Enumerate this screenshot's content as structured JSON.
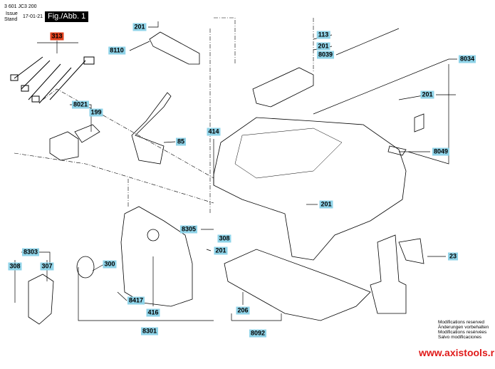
{
  "header": {
    "part_number": "3 601 JC3 200",
    "issue_label_en": "Issue",
    "issue_label_de": "Stand",
    "issue_date": "17-01-21",
    "figure_label": "Fig./Abb. 1"
  },
  "labels": [
    {
      "id": "313",
      "highlight": true
    },
    {
      "id": "201"
    },
    {
      "id": "8110"
    },
    {
      "id": "113"
    },
    {
      "id": "201"
    },
    {
      "id": "8039"
    },
    {
      "id": "8034"
    },
    {
      "id": "201"
    },
    {
      "id": "8021"
    },
    {
      "id": "199"
    },
    {
      "id": "85"
    },
    {
      "id": "414"
    },
    {
      "id": "8049"
    },
    {
      "id": "201"
    },
    {
      "id": "8305"
    },
    {
      "id": "308"
    },
    {
      "id": "201"
    },
    {
      "id": "8303"
    },
    {
      "id": "308"
    },
    {
      "id": "307"
    },
    {
      "id": "300"
    },
    {
      "id": "23"
    },
    {
      "id": "8417"
    },
    {
      "id": "416"
    },
    {
      "id": "206"
    },
    {
      "id": "8301"
    },
    {
      "id": "8092"
    }
  ],
  "notes": [
    "Modifications reserved",
    "Änderungen vorbehalten",
    "Modifications resérvées",
    "Salvo modificaciones"
  ],
  "watermark": "www.axistools.ru",
  "colors": {
    "label_bg": "#8fd3e8",
    "highlight_bg": "#e0401c",
    "watermark": "#e01a1a"
  }
}
